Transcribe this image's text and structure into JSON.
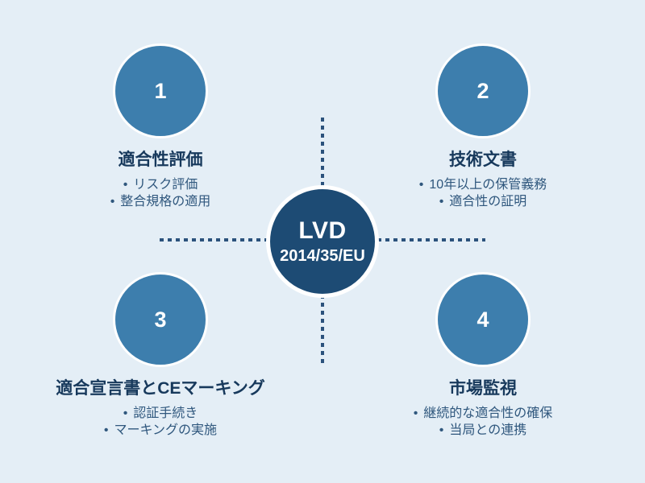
{
  "diagram": {
    "center": {
      "title": "LVD",
      "subtitle": "2014/35/EU"
    },
    "quadrants": [
      {
        "number": "1",
        "title": "適合性評価",
        "bullets": [
          "リスク評価",
          "整合規格の適用"
        ]
      },
      {
        "number": "2",
        "title": "技術文書",
        "bullets": [
          "10年以上の保管義務",
          "適合性の証明"
        ]
      },
      {
        "number": "3",
        "title": "適合宣言書とCEマーキング",
        "bullets": [
          "認証手続き",
          "マーキングの実施"
        ]
      },
      {
        "number": "4",
        "title": "市場監視",
        "bullets": [
          "継続的な適合性の確保",
          "当局との連携"
        ]
      }
    ],
    "colors": {
      "background": "#e4eef6",
      "quadrant_circle_fill": "#3d7ead",
      "center_circle_fill": "#1d4b74",
      "circle_ring": "#ffffff",
      "title_text": "#17395c",
      "bullet_text": "#2f577d",
      "dashed_line": "#2b527c"
    }
  }
}
